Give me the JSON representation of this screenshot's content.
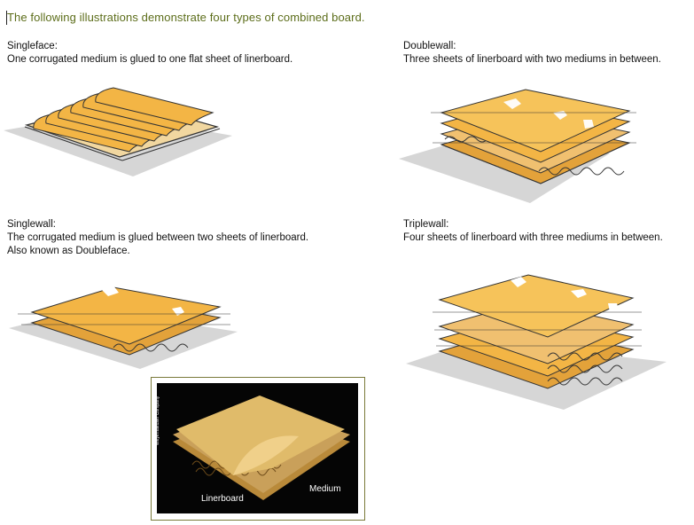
{
  "intro": "The following illustrations demonstrate four types of combined board.",
  "sections": {
    "singleface": {
      "title": "Singleface:",
      "desc": "One corrugated medium is glued to one flat sheet of linerboard."
    },
    "doublewall": {
      "title": "Doublewall:",
      "desc": "Three sheets of linerboard with two mediums in between."
    },
    "singlewall": {
      "title": "Singlewall:",
      "desc": "The corrugated medium is glued between two sheets of linerboard.",
      "desc2": "Also known as Doubleface."
    },
    "triplewall": {
      "title": "Triplewall:",
      "desc": "Four sheets of linerboard with three mediums in between."
    }
  },
  "photo": {
    "label_linerboard": "Linerboard",
    "label_medium": "Medium",
    "credit": "Weyerhaeuser Company"
  },
  "colors": {
    "intro_text": "#5c6d1a",
    "board_fill": "#f3b545",
    "board_dark": "#d99a2a",
    "shadow": "#cfcfcf"
  }
}
